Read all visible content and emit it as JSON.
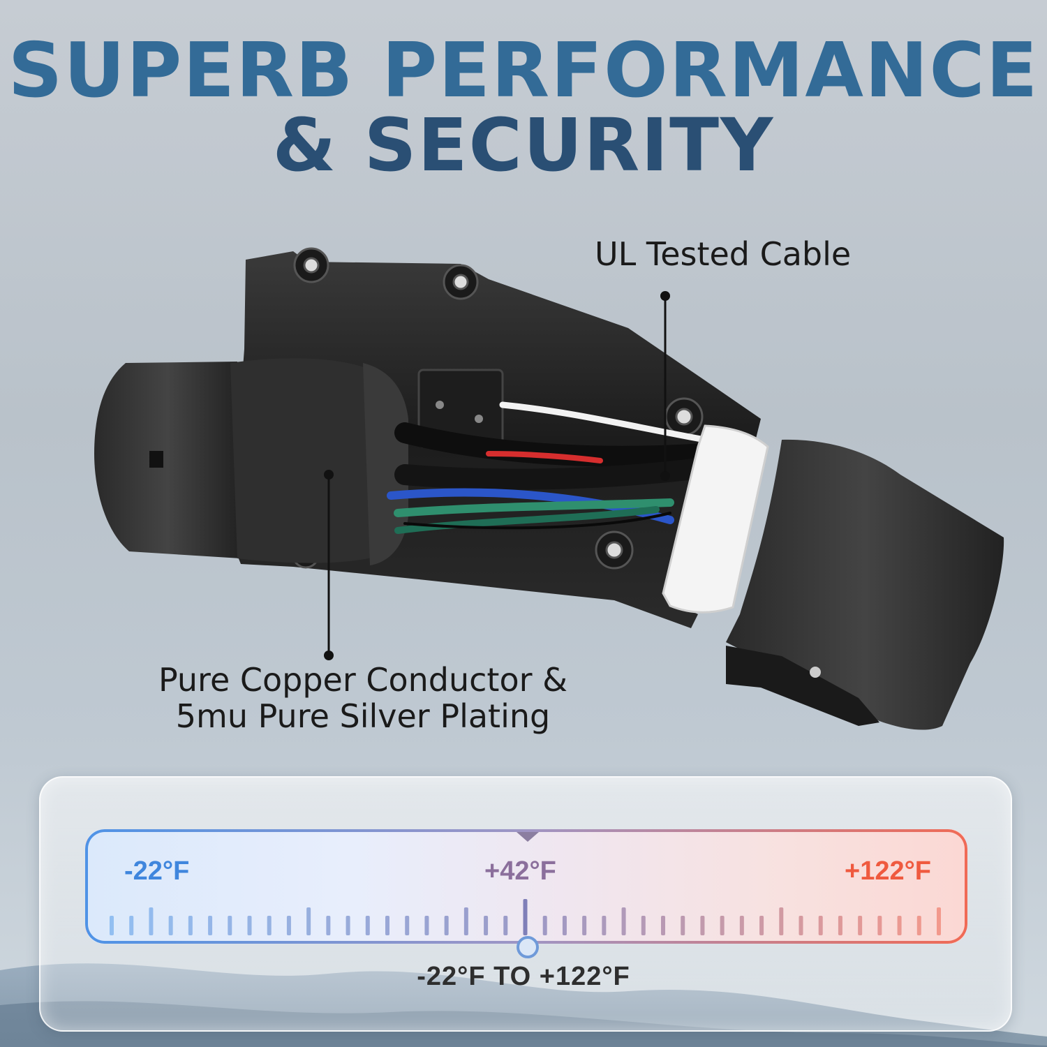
{
  "headline": {
    "line1": "SUPERB PERFORMANCE",
    "line2": "& SECURITY"
  },
  "callouts": {
    "cable": "UL Tested Cable",
    "copper_line1": "Pure Copper Conductor &",
    "copper_line2": "5mu Pure Silver Plating"
  },
  "temperature": {
    "min_label": "-22°F",
    "mid_label": "+42°F",
    "max_label": "+122°F",
    "range_label": "-22°F TO +122°F",
    "min_color": "#3f86dd",
    "mid_color": "#8b6f9c",
    "max_color": "#ef5a3f"
  },
  "colors": {
    "headline_top": "#336b97",
    "headline_bottom": "#2a4f74",
    "connector_body": "#222222"
  }
}
